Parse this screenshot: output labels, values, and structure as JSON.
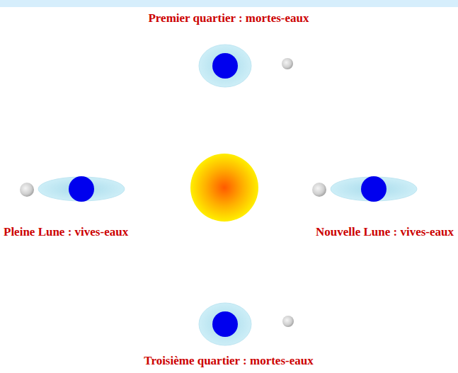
{
  "diagram": {
    "labels": [
      "Premier quartier : mortes-eaux",
      "Pleine Lune : vives-eaux",
      "Nouvelle Lune : vives-eaux",
      "Troisième quartier : mortes-eaux"
    ]
  }
}
